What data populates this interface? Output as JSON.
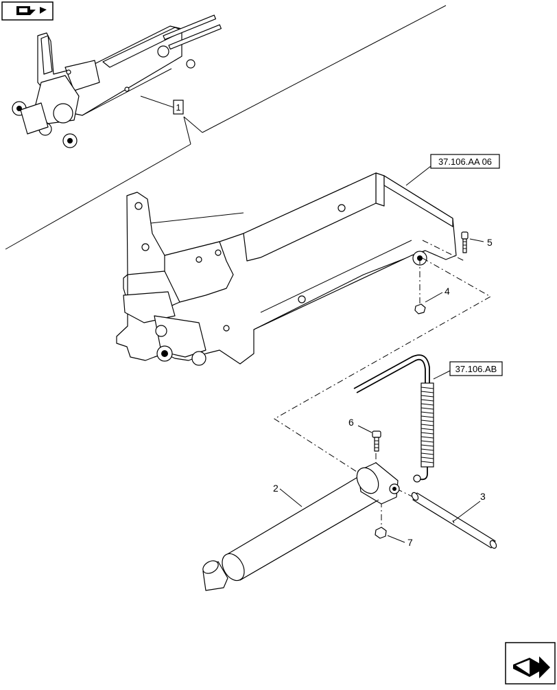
{
  "references": {
    "assembly_ref": "37.106.AA 06",
    "spring_ref": "37.106.AB"
  },
  "callouts": {
    "c1": "1",
    "c2": "2",
    "c3": "3",
    "c4": "4",
    "c5": "5",
    "c6": "6",
    "c7": "7"
  },
  "icons": {
    "top_left": "view-orientation-icon",
    "bottom_right": "next-page-arrow-icon"
  }
}
